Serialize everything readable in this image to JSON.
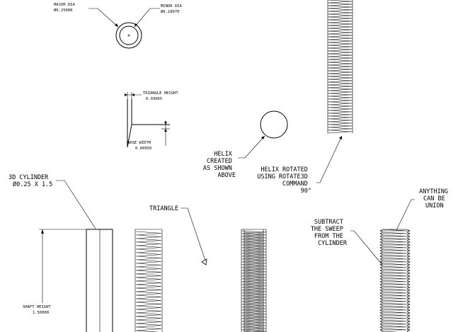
{
  "labels": {
    "major_dia_title": "MAJOR DIA",
    "major_dia_value": "Ø0.25000",
    "minor_dia_title": "MINOR DIA",
    "minor_dia_value": "Ø0.18970",
    "triangle_height_title": "TRIANGLE HEIGHT",
    "triangle_height_value": "0.03065",
    "base_width_title": "BASE WIDTH",
    "base_width_value": "0.04950",
    "helix_created": [
      "HELIX",
      "CREATED",
      "AS SHOWN",
      "ABOVE"
    ],
    "helix_rotated": [
      "HELIX ROTATED",
      "USING ROTATE3D",
      "COMMAND",
      "90°"
    ],
    "cylinder": [
      "3D CYLINDER",
      "Ø0.25 X 1.5"
    ],
    "triangle": "TRIANGLE",
    "subtract": [
      "SUBTRACT",
      "THE SWEEP",
      "FROM THE",
      "CYLINDER"
    ],
    "anything": [
      "ANYTHING",
      "CAN BE",
      "UNION"
    ],
    "shaft_height_title": "SHAFT HEIGHT",
    "shaft_height_value": "1.50000"
  }
}
